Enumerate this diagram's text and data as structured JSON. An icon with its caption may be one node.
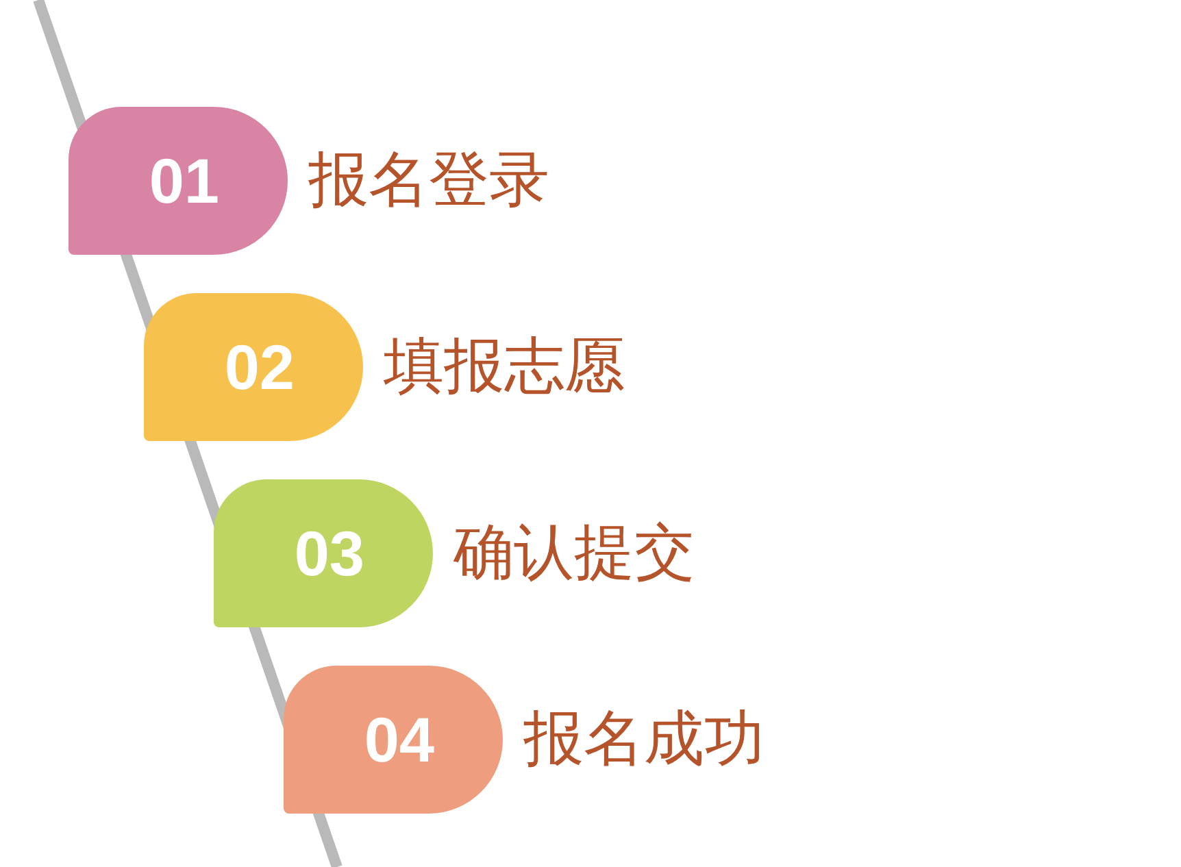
{
  "diagram": {
    "nodes": [
      {
        "text": [
          "01"
        ],
        "beside": [
          "报名登录"
        ]
      },
      {
        "text": [
          "02"
        ],
        "beside": [
          "填报志愿"
        ]
      },
      {
        "text": [
          "03"
        ],
        "beside": [
          "确认提交"
        ]
      },
      {
        "text": [
          "04"
        ],
        "beside": [
          "报名成功"
        ]
      }
    ]
  }
}
